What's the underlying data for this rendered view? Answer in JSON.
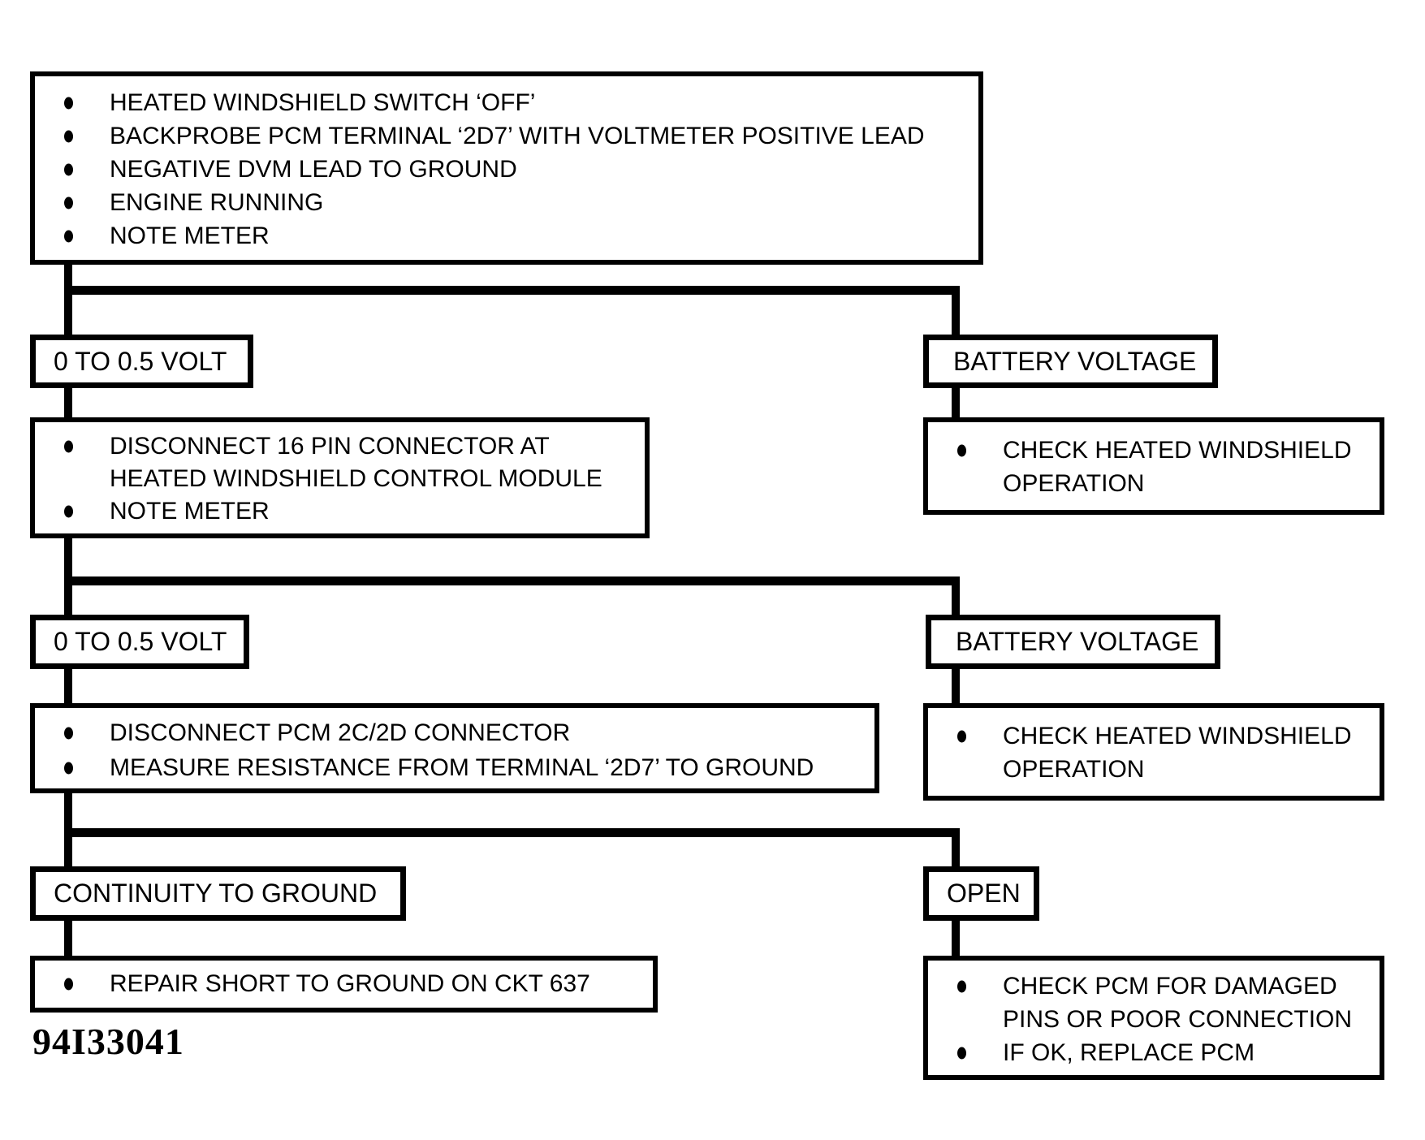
{
  "figure": {
    "id_label": "94I33041"
  },
  "palette": {
    "line_color": "#000000",
    "background": "#ffffff",
    "text_color": "#000000"
  },
  "nodes": {
    "start": {
      "bullets": [
        {
          "lines": [
            "HEATED WINDSHIELD SWITCH ‘OFF’"
          ]
        },
        {
          "lines": [
            "BACKPROBE PCM TERMINAL ‘2D7’ WITH VOLTMETER POSITIVE LEAD"
          ]
        },
        {
          "lines": [
            "NEGATIVE DVM LEAD TO GROUND"
          ]
        },
        {
          "lines": [
            "ENGINE RUNNING"
          ]
        },
        {
          "lines": [
            "NOTE METER"
          ]
        }
      ]
    },
    "low_volt_1": {
      "label": "0 TO 0.5 VOLT"
    },
    "battery_1": {
      "label": "BATTERY VOLTAGE"
    },
    "disconnect_16pin": {
      "bullets": [
        {
          "lines": [
            "DISCONNECT 16 PIN CONNECTOR AT",
            "HEATED WINDSHIELD CONTROL MODULE"
          ]
        },
        {
          "lines": [
            "NOTE METER"
          ]
        }
      ]
    },
    "check_operation_1": {
      "bullets": [
        {
          "lines": [
            "CHECK HEATED WINDSHIELD",
            "OPERATION"
          ]
        }
      ]
    },
    "low_volt_2": {
      "label": "0 TO 0.5 VOLT"
    },
    "battery_2": {
      "label": "BATTERY VOLTAGE"
    },
    "disconnect_pcm": {
      "bullets": [
        {
          "lines": [
            "DISCONNECT PCM 2C/2D CONNECTOR"
          ]
        },
        {
          "lines": [
            "MEASURE RESISTANCE FROM TERMINAL ‘2D7’ TO GROUND"
          ]
        }
      ]
    },
    "check_operation_2": {
      "bullets": [
        {
          "lines": [
            "CHECK HEATED WINDSHIELD",
            "OPERATION"
          ]
        }
      ]
    },
    "continuity": {
      "label": "CONTINUITY TO GROUND"
    },
    "open": {
      "label": "OPEN"
    },
    "repair_short": {
      "bullets": [
        {
          "lines": [
            "REPAIR SHORT TO GROUND ON CKT 637"
          ]
        }
      ]
    },
    "check_pcm": {
      "bullets": [
        {
          "lines": [
            "CHECK PCM FOR DAMAGED",
            "PINS OR POOR CONNECTION"
          ]
        },
        {
          "lines": [
            "IF OK, REPLACE PCM"
          ]
        }
      ]
    }
  }
}
